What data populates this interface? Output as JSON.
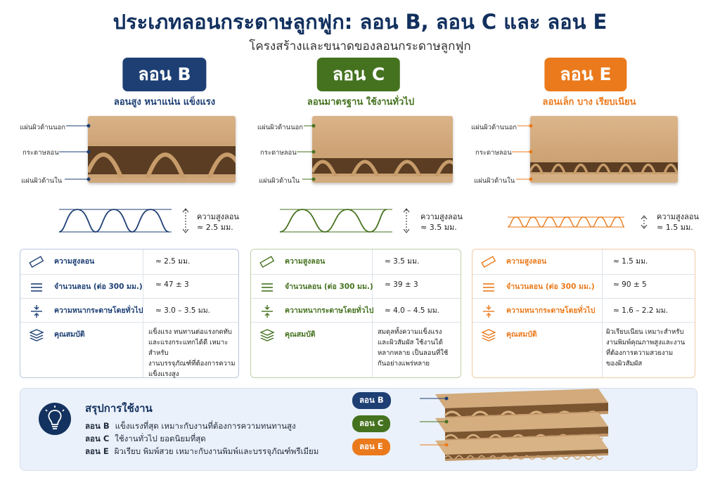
{
  "title": "ประเภทลอนกระดาษลูกฟูก: ลอน B, ลอน C และ ลอน E",
  "subtitle": "โครงสร้างและขนาดของลอนกระดาษลูกฟูก",
  "layer_labels": {
    "outer": "แผ่นผิวด้านนอก",
    "flute": "กระดาษลอน",
    "inner": "แผ่นผิวด้านใน"
  },
  "height_label": "ความสูงลอน",
  "row_labels": {
    "height": "ความสูงลอน",
    "count": "จำนวนลอน (ต่อ 300 มม.)",
    "thickness": "ความหนากระดาษโดยทั่วไป",
    "props": "คุณสมบัติ"
  },
  "colors": {
    "B": "#1d3f74",
    "C": "#45721f",
    "E": "#ea7a1c",
    "kraft": "#c99c6b"
  },
  "flutes": {
    "B": {
      "name": "ลอน B",
      "tagline": "ลอนสูง หนาแน่น แข็งแรง",
      "height_value": "≈ 2.5 มม.",
      "height": "≈ 2.5 มม.",
      "count": "≈ 47 ± 3",
      "thickness": "≈ 3.0 – 3.5 มม.",
      "props": [
        "แข็งแรง ทนทานต่อแรงกดทับ",
        "และแรงกระแทกได้ดี เหมาะสำหรับ",
        "งานบรรจุภัณฑ์ที่ต้องการความ",
        "แข็งแรงสูง"
      ]
    },
    "C": {
      "name": "ลอน C",
      "tagline": "ลอนมาตรฐาน ใช้งานทั่วไป",
      "height_value": "≈ 3.5 มม.",
      "height": "≈ 3.5 มม.",
      "count": "≈ 39 ± 3",
      "thickness": "≈ 4.0 – 4.5 มม.",
      "props": [
        "สมดุลทั้งความแข็งแรง",
        "และผิวสัมผัส ใช้งานได้",
        "หลากหลาย เป็นลอนที่ใช้",
        "กันอย่างแพร่หลาย"
      ]
    },
    "E": {
      "name": "ลอน E",
      "tagline": "ลอนเล็ก บาง เรียบเนียน",
      "height_value": "≈ 1.5 มม.",
      "height": "≈ 1.5 มม.",
      "count": "≈ 90 ± 5",
      "thickness": "≈ 1.6 – 2.2 มม.",
      "props": [
        "ผิวเรียบเนียน เหมาะสำหรับ",
        "งานพิมพ์คุณภาพสูงและงาน",
        "ที่ต้องการความสวยงาม",
        "ของผิวสัมผัส"
      ]
    }
  },
  "summary": {
    "heading": "สรุปการใช้งาน",
    "lines": [
      {
        "flute": "ลอน B",
        "text": "แข็งแรงที่สุด เหมาะกับงานที่ต้องการความทนทานสูง"
      },
      {
        "flute": "ลอน C",
        "text": "ใช้งานทั่วไป ยอดนิยมที่สุด"
      },
      {
        "flute": "ลอน E",
        "text": "ผิวเรียบ พิมพ์สวย เหมาะกับงานพิมพ์และบรรจุภัณฑ์พรีเมียม"
      }
    ],
    "stack_labels": [
      "ลอน B",
      "ลอน C",
      "ลอน E"
    ]
  },
  "icons": {
    "height": "ruler-icon",
    "count": "layers-lines-icon",
    "thickness": "thickness-arrows-icon",
    "props": "stack-icon",
    "summary": "lightbulb-icon"
  }
}
